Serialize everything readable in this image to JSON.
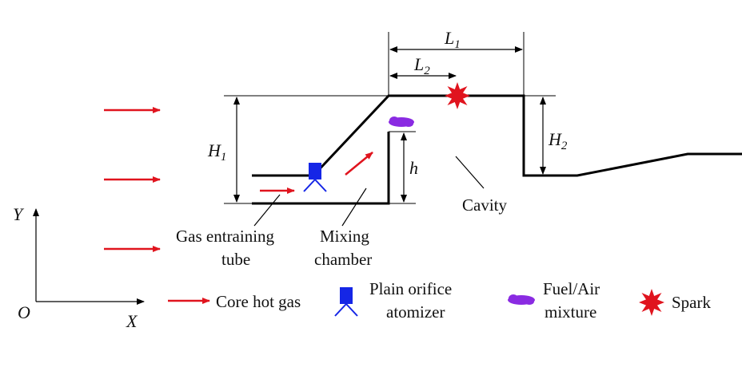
{
  "dimension_labels": {
    "L1": {
      "base": "L",
      "sub": "1"
    },
    "L2": {
      "base": "L",
      "sub": "2"
    },
    "H1": {
      "base": "H",
      "sub": "1"
    },
    "H2": {
      "base": "H",
      "sub": "2"
    },
    "h": "h"
  },
  "axes": {
    "y": "Y",
    "x": "X",
    "origin": "O"
  },
  "annotations": {
    "cavity": "Cavity",
    "gas_tube_line1": "Gas entraining",
    "gas_tube_line2": "tube",
    "mixing_line1": "Mixing",
    "mixing_line2": "chamber"
  },
  "legend": {
    "core_hot_gas": "Core hot gas",
    "atomizer_line1": "Plain orifice",
    "atomizer_line2": "atomizer",
    "fuel_line1": "Fuel/Air",
    "fuel_line2": "mixture",
    "spark": "Spark"
  },
  "colors": {
    "flow_arrow": "#e0141e",
    "atomizer": "#1526e6",
    "fuel": "#8a2be2",
    "spark": "#e0141e",
    "structure": "#000000"
  }
}
